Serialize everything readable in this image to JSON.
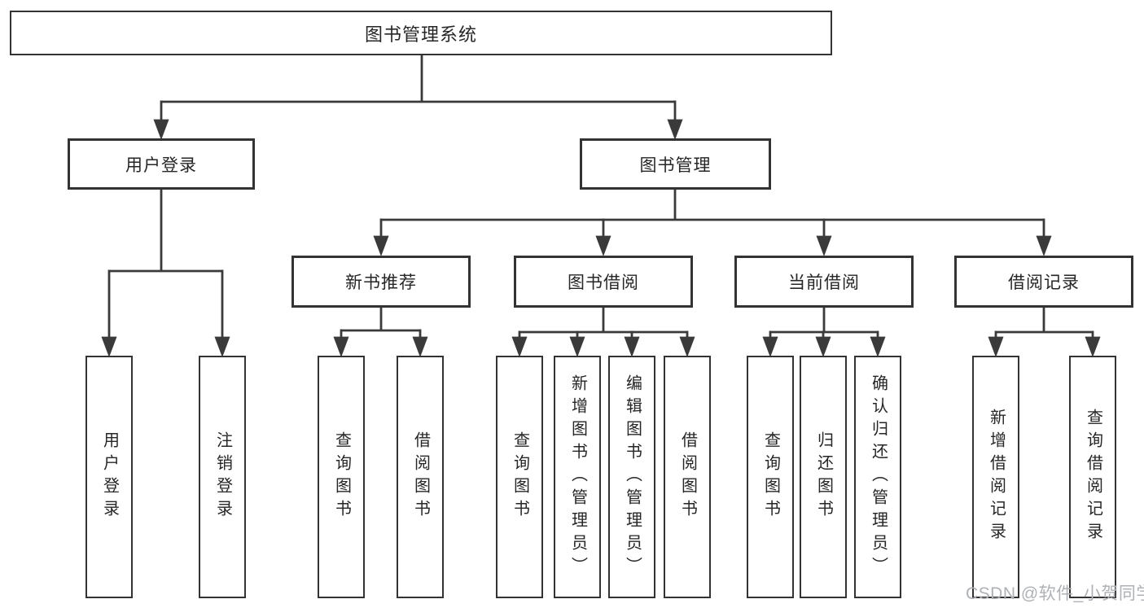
{
  "colors": {
    "background": "#ffffff",
    "line": "#3a3a3a",
    "box_border": "#333333",
    "text": "#262626",
    "watermark": "#aeb1b5"
  },
  "watermark": {
    "text": "CSDN @软件_小贺同学"
  },
  "tree": {
    "root": {
      "label": "图书管理系统"
    },
    "branches": [
      {
        "label": "用户登录",
        "children": [
          {
            "label": "用户登录"
          },
          {
            "label": "注销登录"
          }
        ]
      },
      {
        "label": "图书管理",
        "children": [
          {
            "label": "新书推荐",
            "children": [
              {
                "label": "查询图书"
              },
              {
                "label": "借阅图书"
              }
            ]
          },
          {
            "label": "图书借阅",
            "children": [
              {
                "label": "查询图书"
              },
              {
                "label": "新增图书（管理员）"
              },
              {
                "label": "编辑图书（管理员）"
              },
              {
                "label": "借阅图书"
              }
            ]
          },
          {
            "label": "当前借阅",
            "children": [
              {
                "label": "查询图书"
              },
              {
                "label": "归还图书"
              },
              {
                "label": "确认归还（管理员）"
              }
            ]
          },
          {
            "label": "借阅记录",
            "children": [
              {
                "label": "新增借阅记录"
              },
              {
                "label": "查询借阅记录"
              }
            ]
          }
        ]
      }
    ]
  }
}
